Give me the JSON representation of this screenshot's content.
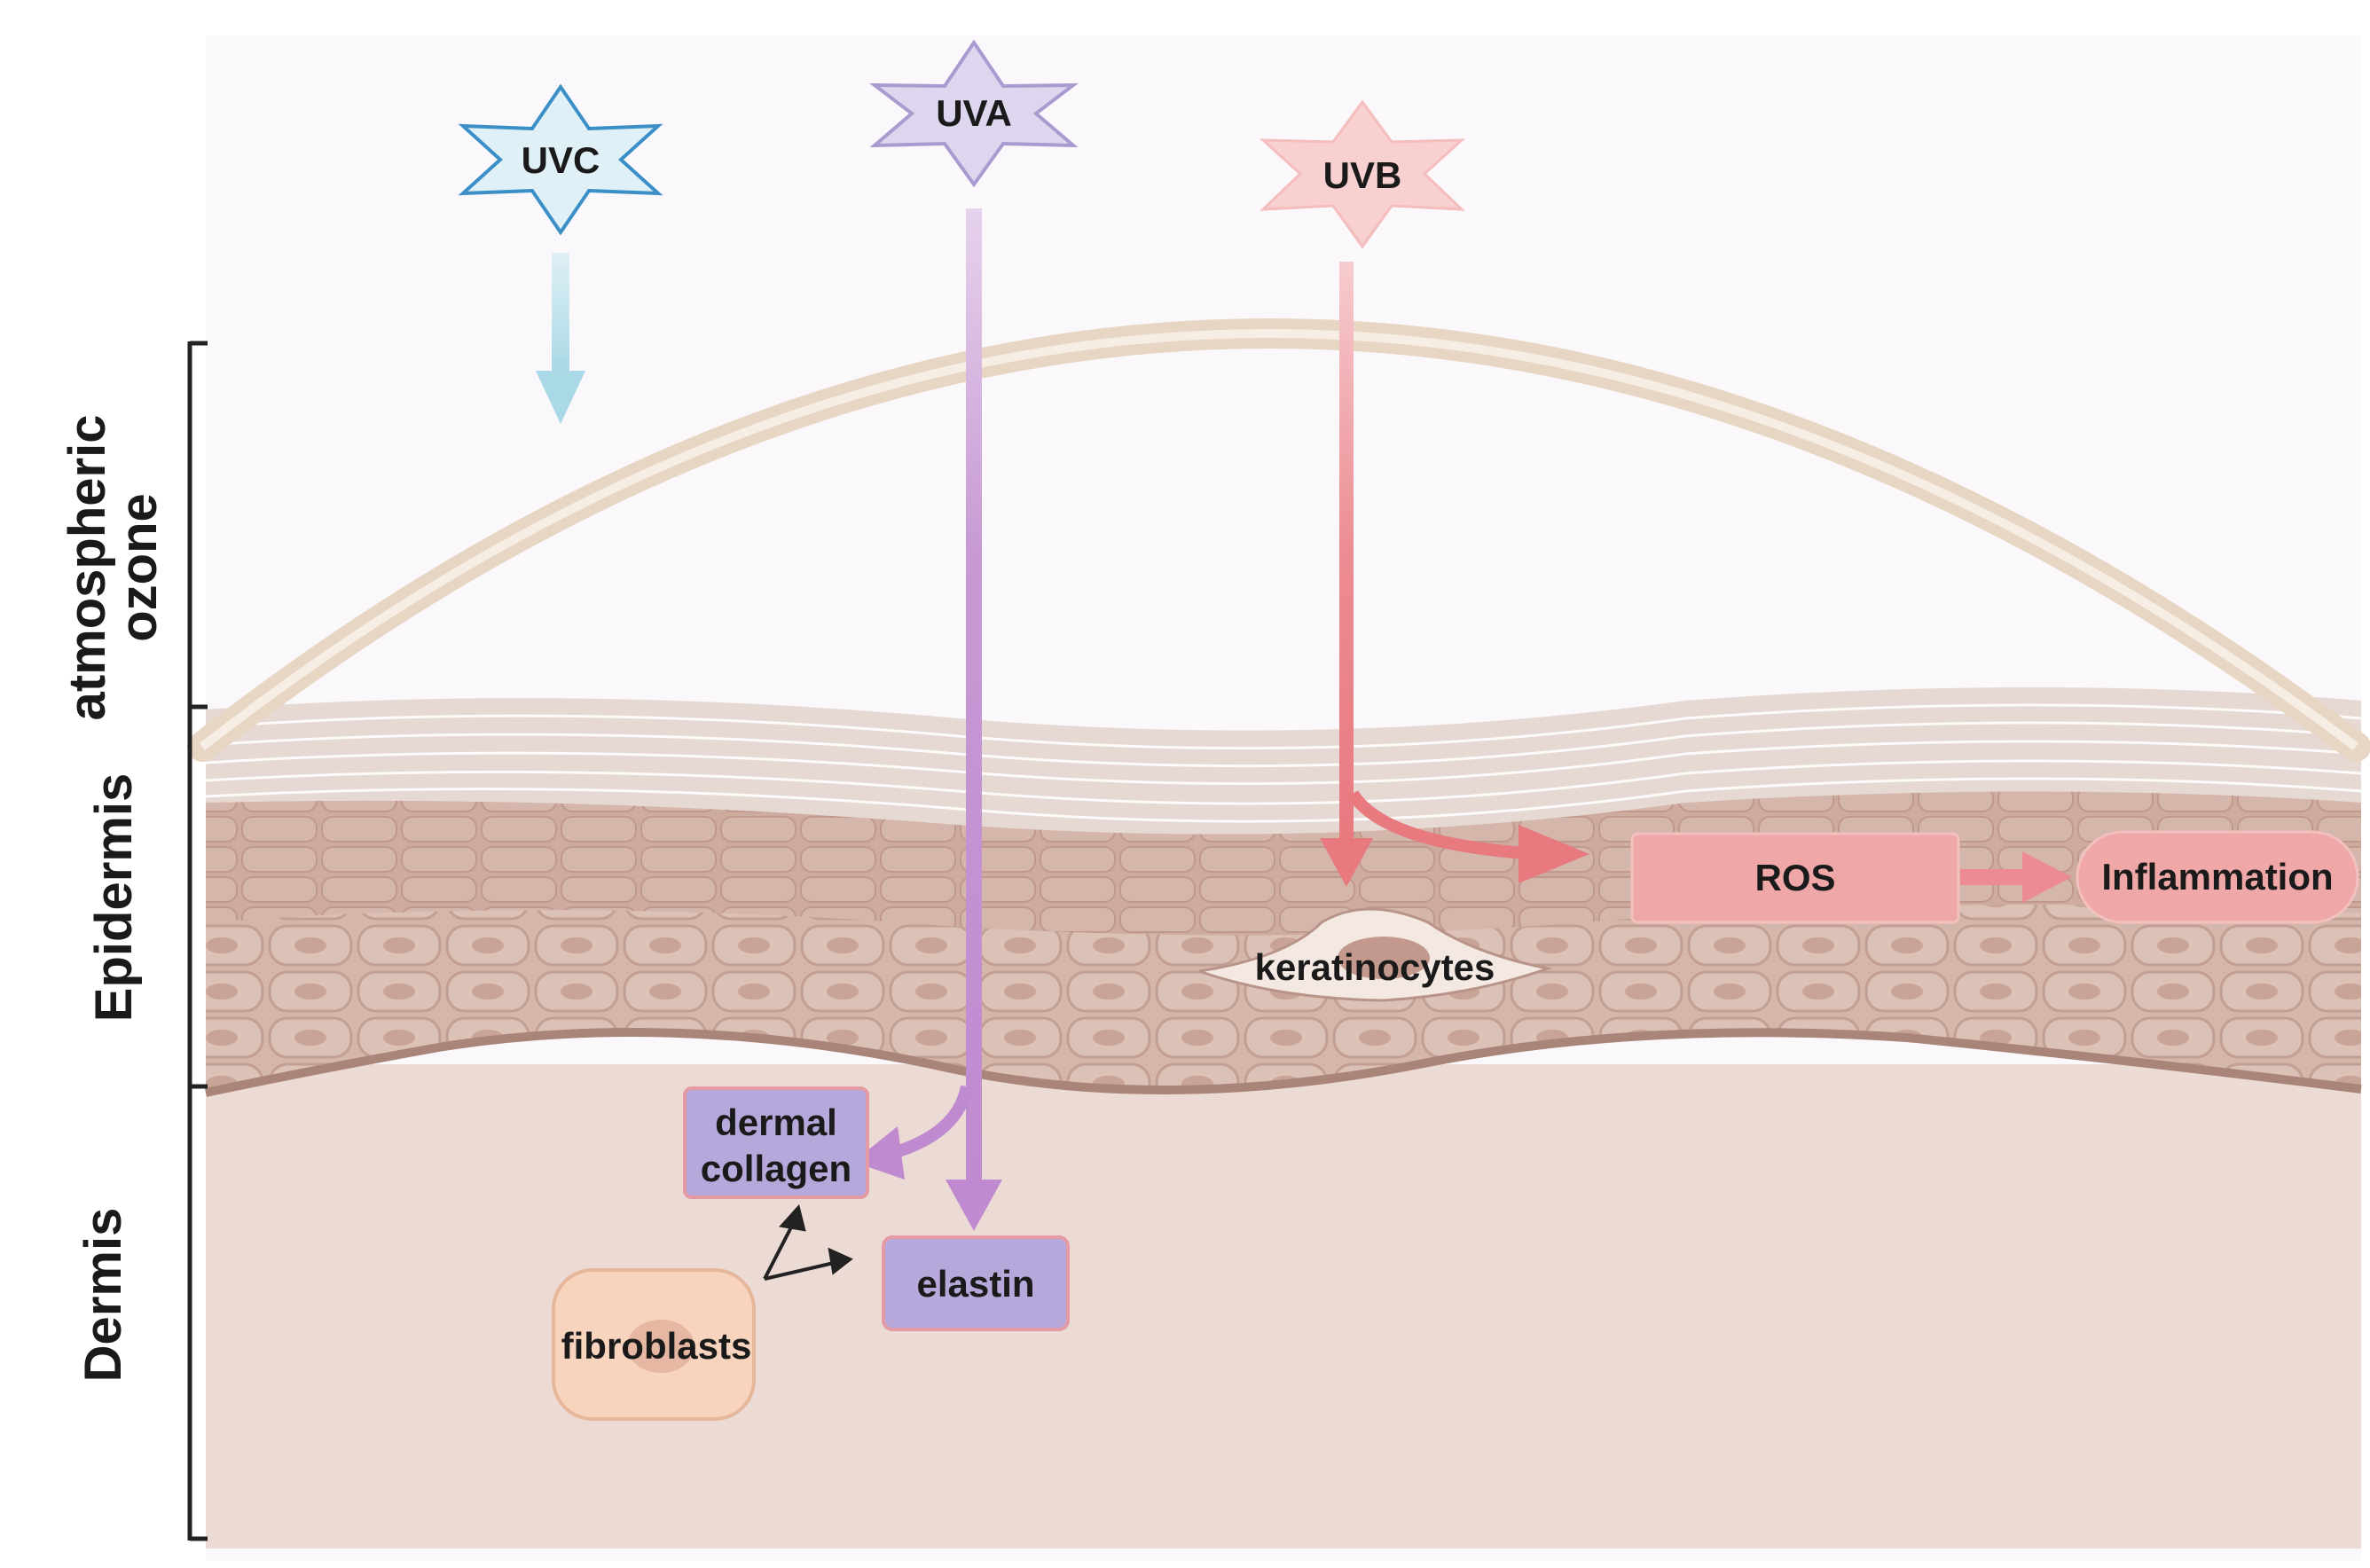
{
  "layers": {
    "ozone_label_line1": "atmospheric",
    "ozone_label_line2": "ozone",
    "epidermis_label": "Epidermis",
    "dermis_label": "Dermis"
  },
  "radiation": {
    "uvc": "UVC",
    "uva": "UVA",
    "uvb": "UVB"
  },
  "boxes": {
    "ros": "ROS",
    "inflammation": "Inflammation",
    "keratinocytes": "keratinocytes",
    "dermal_collagen_line1": "dermal",
    "dermal_collagen_line2": "collagen",
    "elastin": "elastin",
    "fibroblasts": "fibroblasts"
  },
  "colors": {
    "uvc": "#a9d8e6",
    "uva": "#c79ad4",
    "uvb": "#ec8c92",
    "ozone_band": "#e8d6c4",
    "epidermis": "#cfb0a6",
    "dermis": "#ecdbd4",
    "purple_box": "#b6a8da",
    "ros_box": "#efa7a8",
    "fibroblast": "#f8d3bd"
  }
}
